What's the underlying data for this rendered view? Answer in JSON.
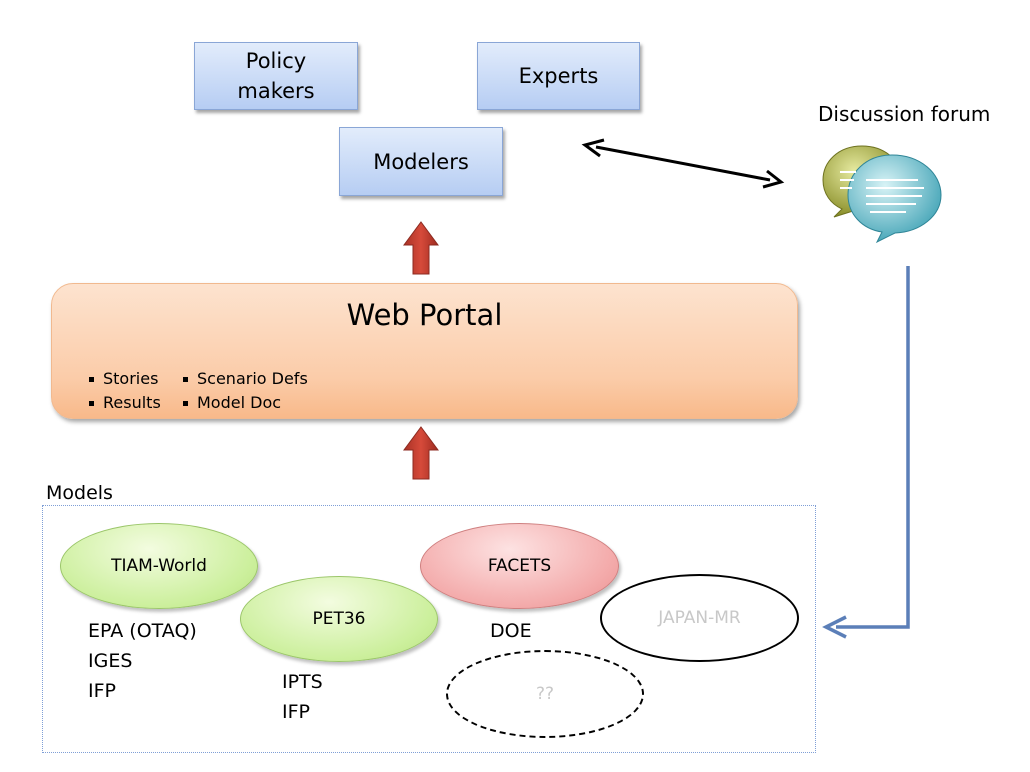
{
  "stakeholders": {
    "policy_makers": "Policy makers",
    "experts": "Experts",
    "modelers": "Modelers"
  },
  "forum": {
    "label": "Discussion forum"
  },
  "portal": {
    "title": "Web Portal",
    "items": [
      "Stories",
      "Results",
      "Scenario Defs",
      "Model Doc"
    ]
  },
  "models": {
    "label": "Models",
    "tiam": {
      "name": "TIAM-World",
      "sponsors": [
        "EPA (OTAQ)",
        "IGES",
        "IFP"
      ]
    },
    "pet36": {
      "name": "PET36",
      "sponsors": [
        "IPTS",
        "IFP"
      ]
    },
    "facets": {
      "name": "FACETS",
      "sponsors": [
        "DOE"
      ]
    },
    "japan": {
      "name": "JAPAN-MR"
    },
    "unknown": {
      "name": "??"
    }
  },
  "colors": {
    "stakeholder_fill": "#b6cdf3",
    "portal_fill": "#fbcca9",
    "green_model": "#cbef9b",
    "red_model": "#f3a9a9",
    "up_arrow": "#c0392b",
    "connector": "#4f81bd"
  }
}
